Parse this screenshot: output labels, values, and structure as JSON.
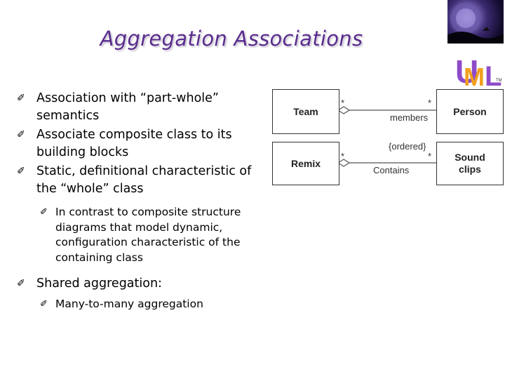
{
  "title": "Aggregation Associations",
  "bullets": [
    {
      "text": "Association with “part-whole” semantics"
    },
    {
      "text": "Associate composite class to its building blocks"
    },
    {
      "text": "Static, definitional characteristic of the “whole” class"
    },
    {
      "text": "Shared aggregation:"
    }
  ],
  "sub_bullets": {
    "after_static": [
      "In contrast to composite structure diagrams that model dynamic, configuration characteristic of the containing class"
    ],
    "after_shared": [
      "Many-to-many aggregation"
    ]
  },
  "bullet_glyph": "✐",
  "diagram": {
    "classes": {
      "team": "Team",
      "person": "Person",
      "remix": "Remix",
      "sound_clips": "Sound clips"
    },
    "assoc1": {
      "role": "members",
      "mult_left": "*",
      "mult_right": "*"
    },
    "assoc2": {
      "constraint": "{ordered}",
      "role": "Contains",
      "mult_left": "*",
      "mult_right": "*"
    }
  },
  "logo": {
    "letters": "UML",
    "tm": "TM"
  },
  "colors": {
    "title": "#5a2d8e",
    "logo_u": "#8e4bc8",
    "logo_m": "#f2a020",
    "logo_l": "#8e4bc8"
  }
}
